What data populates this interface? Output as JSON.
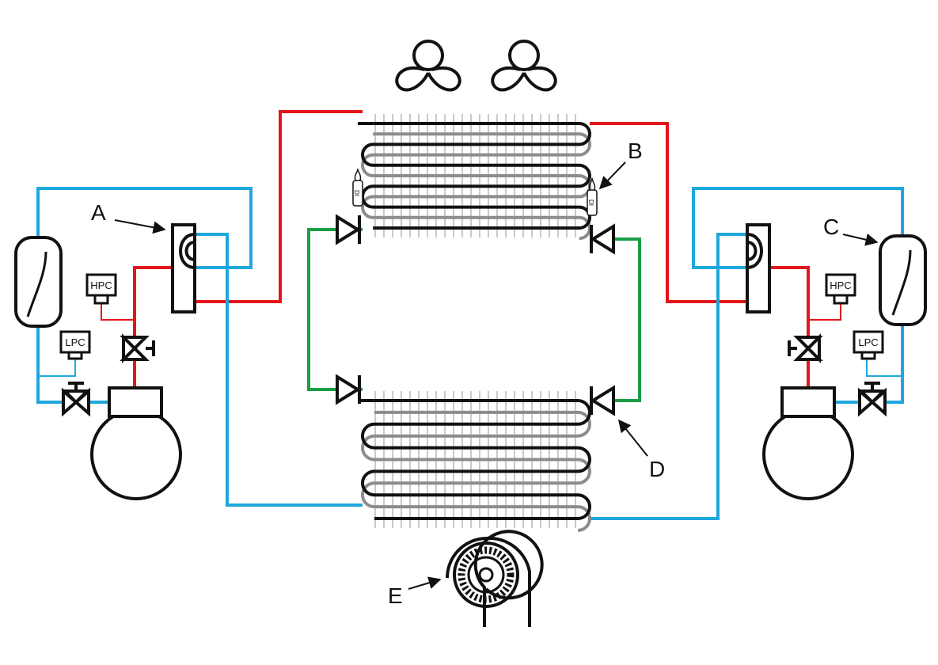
{
  "diagram": {
    "callouts": {
      "a": "A",
      "b": "B",
      "c": "C",
      "d": "D",
      "e": "E"
    },
    "controls": {
      "left_hpc": "HPC",
      "left_lpc": "LPC",
      "right_hpc": "HPC",
      "right_lpc": "LPC"
    },
    "sensors": {
      "upper_left": "DI",
      "upper_right": "DI"
    }
  },
  "colors": {
    "discharge_line": "#e3161b",
    "suction_line": "#1ea7dc",
    "liquid_line": "#1a9e45",
    "coil_dark": "#111111",
    "coil_light": "#8c8c8c",
    "fins": "#b8b8b8",
    "outline": "#111111"
  }
}
